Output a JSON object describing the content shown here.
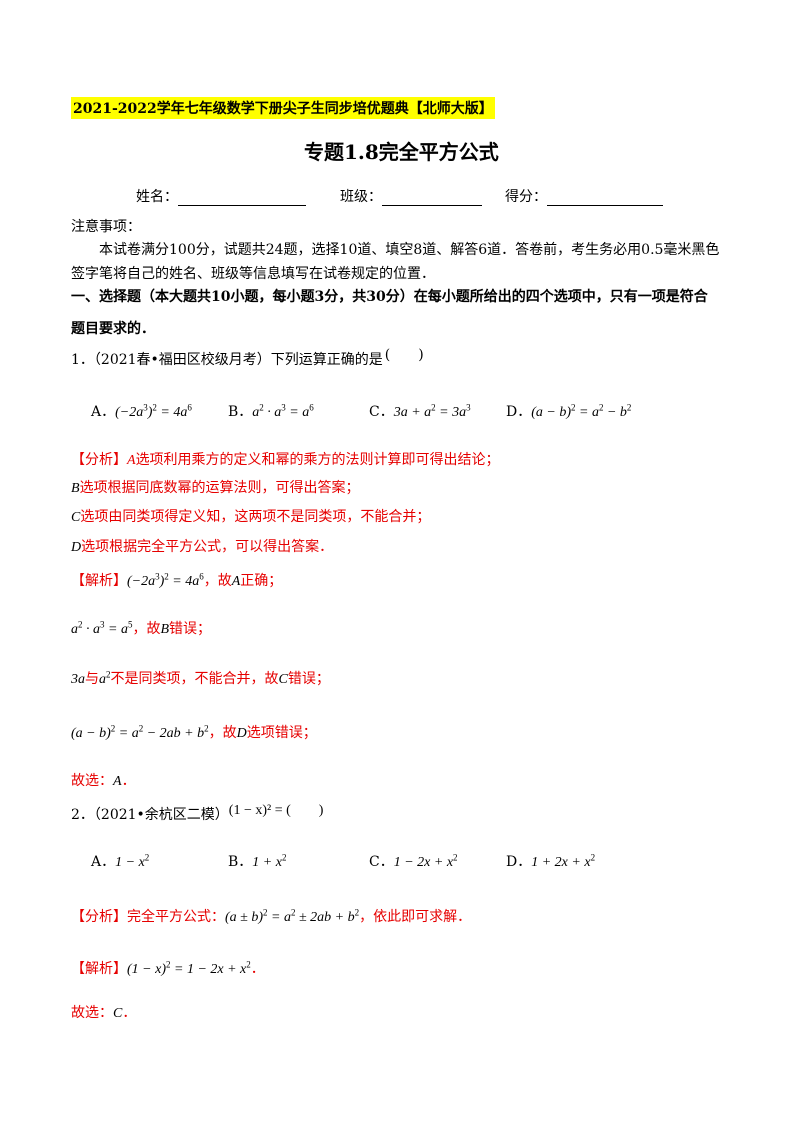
{
  "header": {
    "banner": "2021-2022学年七年级数学下册尖子生同步培优题典【北师大版】",
    "title": "专题1.8完全平方公式"
  },
  "info": {
    "name_label": "姓名：",
    "class_label": "班级：",
    "score_label": "得分："
  },
  "notes": {
    "heading": "注意事项：",
    "text": "本试卷满分100分，试题共24题，选择10道、填空8道、解答6道．答卷前，考生务必用0.5毫米黑色签字笔将自己的姓名、班级等信息填写在试卷规定的位置．"
  },
  "section": {
    "line1": "一、选择题（本大题共10小题，每小题3分，共30分）在每小题所给出的四个选项中，只有一项是符合",
    "line2": "题目要求的．"
  },
  "q1": {
    "stem": "1．（2021春•福田区校级月考）下列运算正确的是",
    "paren": "(　　)",
    "A": "A．",
    "B": "B．",
    "C": "C．",
    "D": "D．",
    "analysis_tag": "【分析】",
    "analysis_a": "选项利用乘方的定义和幂的乘方的法则计算即可得出结论；",
    "analysis_b": "选项根据同底数幂的运算法则，可得出答案；",
    "analysis_c": "选项由同类项得定义知，这两项不是同类项，不能合并；",
    "analysis_d": "选项根据完全平方公式，可以得出答案．",
    "solution_tag": "【解析】",
    "sol_a": "，故",
    "sol_a2": "正确；",
    "sol_b": "，故",
    "sol_b2": "错误；",
    "sol_c_mid": "与",
    "sol_c": "不是同类项，不能合并，故",
    "sol_c2": "错误；",
    "sol_d": "，故",
    "sol_d2": "选项错误；",
    "answer": "故选：",
    "answer_letter": "A",
    "answer_end": "．"
  },
  "q2": {
    "stem": "2．（2021•余杭区二模）",
    "stem_eq": "(1 − x)² = (　　)",
    "A": "A．",
    "B": "B．",
    "C": "C．",
    "D": "D．",
    "analysis_tag": "【分析】",
    "analysis": "完全平方公式：",
    "analysis_end": "，依此即可求解．",
    "solution_tag": "【解析】",
    "answer": "故选：",
    "answer_letter": "C",
    "answer_end": "．"
  }
}
